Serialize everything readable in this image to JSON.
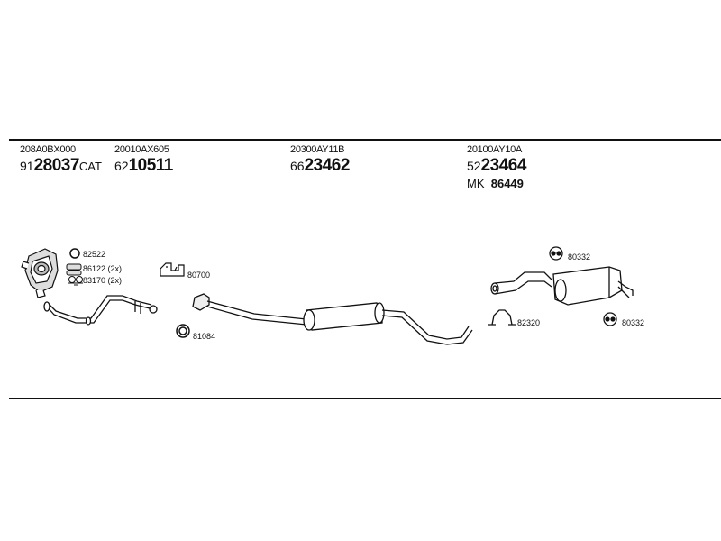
{
  "groups": [
    {
      "oem": "208A0BX000",
      "num_prefix": "91",
      "num_main": "28037",
      "num_suffix": "CAT"
    },
    {
      "oem": "20010AX605",
      "num_prefix": "62",
      "num_main": "10511",
      "num_suffix": ""
    },
    {
      "oem": "20300AY11B",
      "num_prefix": "66",
      "num_main": "23462",
      "num_suffix": ""
    },
    {
      "oem": "20100AY10A",
      "num_prefix": "52",
      "num_main": "23464",
      "num_suffix": "",
      "mk_label": "MK",
      "mk_value": "86449"
    }
  ],
  "refs": {
    "r82522": "82522",
    "r86122": "86122 (2x)",
    "r83170": "83170 (2x)",
    "r80700": "80700",
    "r81084": "81084",
    "r80332a": "80332",
    "r82320": "82320",
    "r80332b": "80332"
  }
}
